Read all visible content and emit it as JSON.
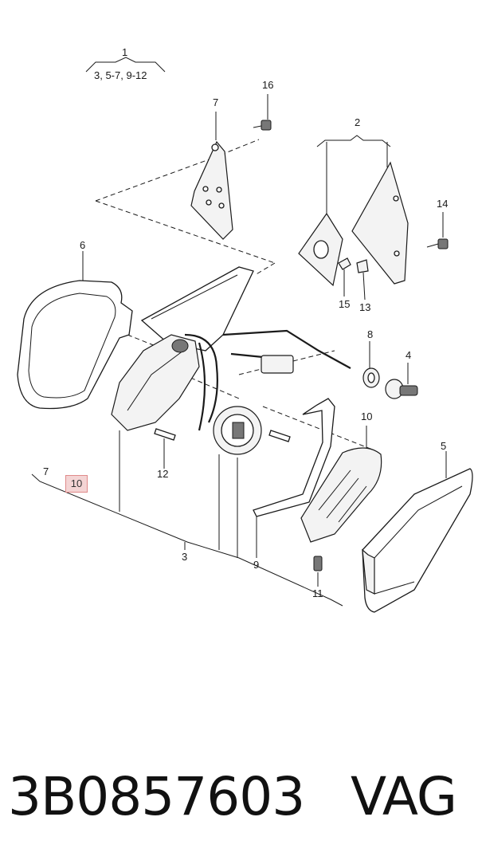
{
  "callouts": {
    "c1": "1",
    "c1_sub": "3, 5-7, 9-12",
    "c2": "2",
    "c3": "3",
    "c4": "4",
    "c5": "5",
    "c6": "6",
    "c7_top": "7",
    "c7_bottom": "7",
    "c8": "8",
    "c9": "9",
    "c10_cap": "10",
    "c10_highlight": "10",
    "c11": "11",
    "c12": "12",
    "c13": "13",
    "c14": "14",
    "c15": "15",
    "c16": "16"
  },
  "footer": {
    "part_number": "3B0857603",
    "brand": "VAG"
  },
  "colors": {
    "highlight_fill": "#f4d4d4",
    "highlight_border": "#e08a8a",
    "line": "#1a1a1a"
  }
}
